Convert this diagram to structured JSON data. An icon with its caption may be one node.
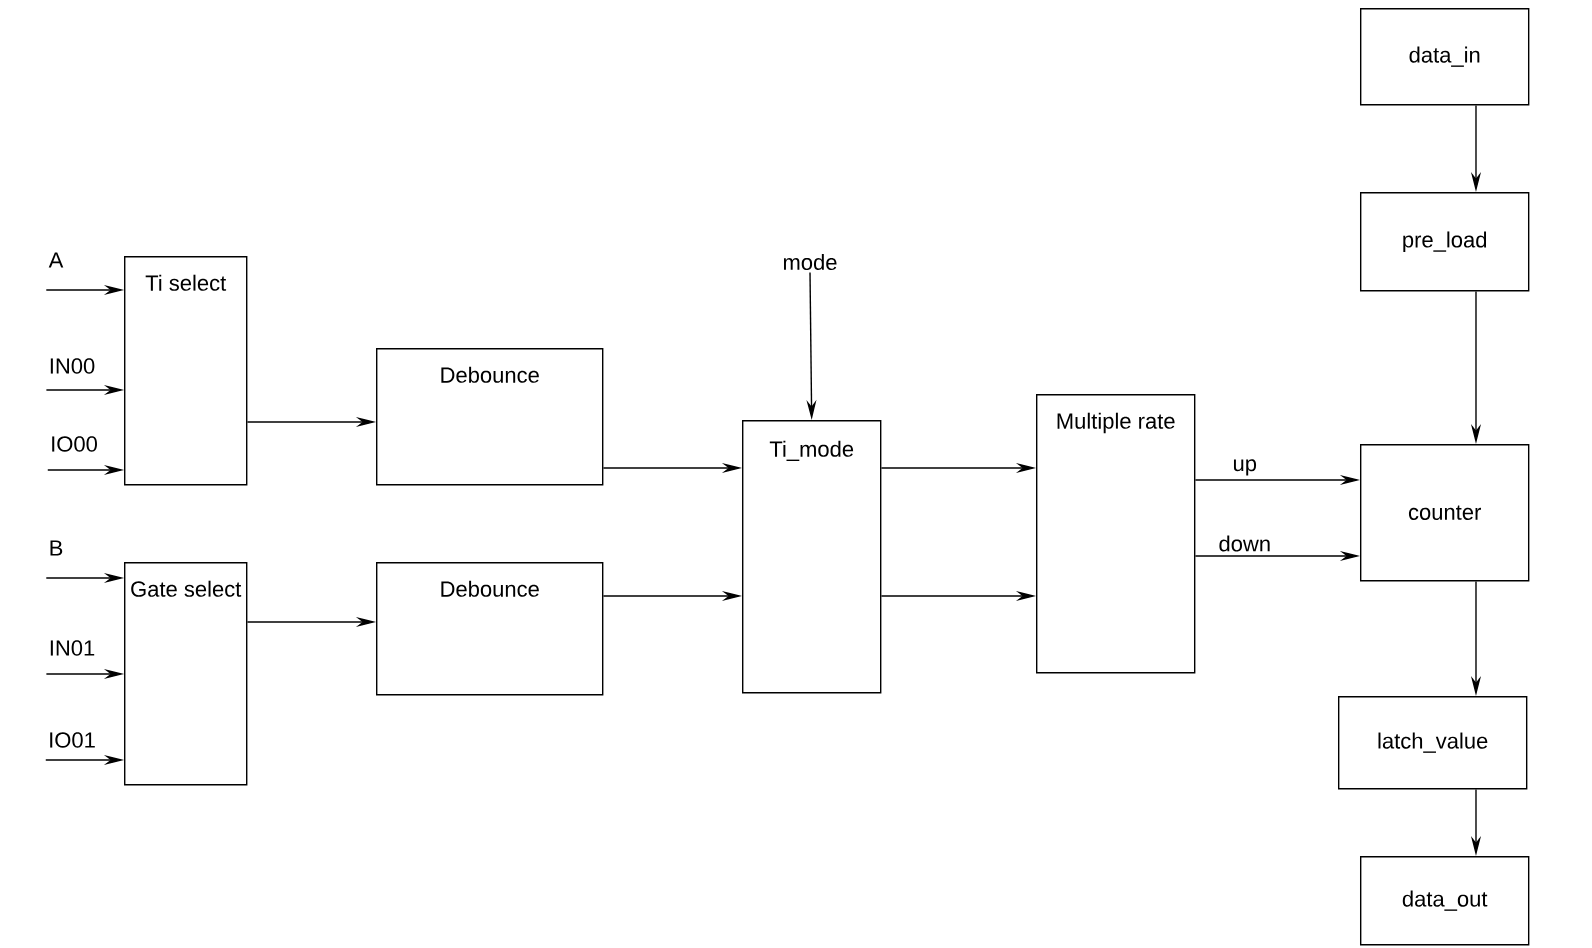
{
  "diagram": {
    "nodes": [
      {
        "text": [
          "data_in"
        ]
      },
      {
        "text": [
          "pre_load"
        ]
      },
      {
        "text": [
          "mode"
        ]
      },
      {
        "text": [
          "A"
        ]
      },
      {
        "text": [
          "IN00"
        ]
      },
      {
        "text": [
          "IO00"
        ]
      },
      {
        "text": [
          "Ti select"
        ]
      },
      {
        "text": [
          "Debounce"
        ]
      },
      {
        "text": [
          "Ti_mode"
        ]
      },
      {
        "text": [
          "Multiple rate"
        ]
      },
      {
        "text": [
          "counter"
        ]
      },
      {
        "text": [
          "B"
        ]
      },
      {
        "text": [
          "IN01"
        ]
      },
      {
        "text": [
          "IO01"
        ]
      },
      {
        "text": [
          "Gate select"
        ]
      },
      {
        "text": [
          "Debounce"
        ]
      },
      {
        "text": [
          "latch_value"
        ]
      },
      {
        "text": [
          "data_out"
        ]
      }
    ],
    "edges": [
      {
        "from": 3,
        "to": 6,
        "arrow": "to"
      },
      {
        "from": 4,
        "to": 6,
        "arrow": "to"
      },
      {
        "from": 5,
        "to": 6,
        "arrow": "to"
      },
      {
        "from": 11,
        "to": 14,
        "arrow": "to"
      },
      {
        "from": 12,
        "to": 14,
        "arrow": "to"
      },
      {
        "from": 13,
        "to": 14,
        "arrow": "to"
      },
      {
        "from": 6,
        "to": 7,
        "arrow": "to"
      },
      {
        "from": 14,
        "to": 15,
        "arrow": "to"
      },
      {
        "from": 7,
        "to": 8,
        "arrow": "to"
      },
      {
        "from": 15,
        "to": 8,
        "arrow": "to"
      },
      {
        "from": 2,
        "to": 8,
        "arrow": "to"
      },
      {
        "from": 8,
        "to": 9,
        "arrow": "to"
      },
      {
        "from": 8,
        "to": 9,
        "arrow": "to"
      },
      {
        "from": 9,
        "to": 10,
        "arrow": "to",
        "label": "up"
      },
      {
        "from": 9,
        "to": 10,
        "arrow": "to",
        "label": "down"
      },
      {
        "from": 0,
        "to": 1,
        "arrow": "to"
      },
      {
        "from": 1,
        "to": 10,
        "arrow": "to"
      },
      {
        "from": 10,
        "to": 16,
        "arrow": "to"
      },
      {
        "from": 16,
        "to": 17,
        "arrow": "to"
      }
    ]
  }
}
